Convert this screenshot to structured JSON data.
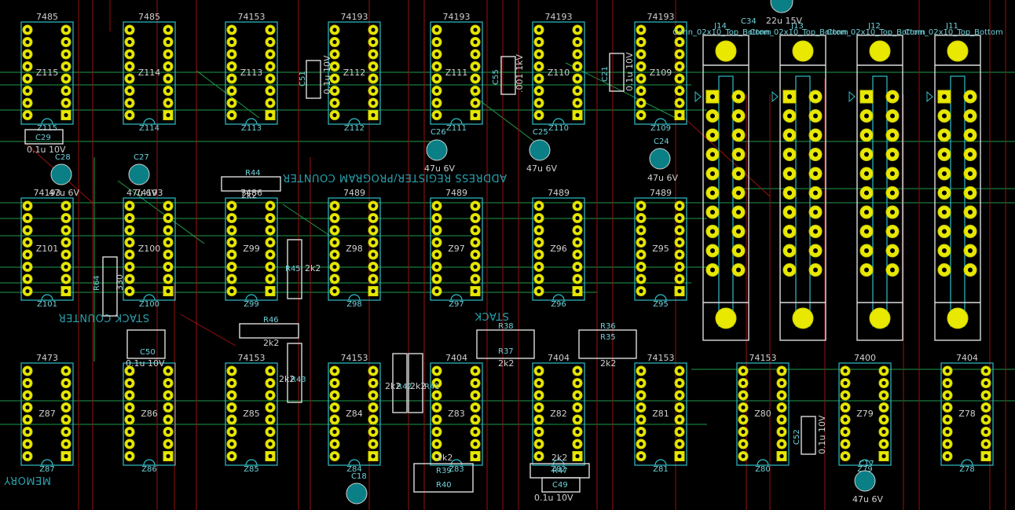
{
  "window": {
    "title": "PCB Editor"
  },
  "colors": {
    "silk": "#6fd0d8",
    "pad": "#e8e800",
    "trace_front": "#9a1010",
    "trace_back": "#1f9a4d",
    "background": "#000000"
  },
  "ics": [
    {
      "ref": "Z115",
      "value": "7485"
    },
    {
      "ref": "Z114",
      "value": "7485"
    },
    {
      "ref": "Z113",
      "value": "74153"
    },
    {
      "ref": "Z112",
      "value": "74193"
    },
    {
      "ref": "Z111",
      "value": "74193"
    },
    {
      "ref": "Z110",
      "value": "74193"
    },
    {
      "ref": "Z109",
      "value": "74193"
    },
    {
      "ref": "Z101",
      "value": "74193"
    },
    {
      "ref": "Z100",
      "value": "74193"
    },
    {
      "ref": "Z99",
      "value": "7486"
    },
    {
      "ref": "Z98",
      "value": "7489"
    },
    {
      "ref": "Z97",
      "value": "7489"
    },
    {
      "ref": "Z96",
      "value": "7489"
    },
    {
      "ref": "Z95",
      "value": "7489"
    },
    {
      "ref": "Z87",
      "value": "7473"
    },
    {
      "ref": "Z86",
      "value": ""
    },
    {
      "ref": "Z85",
      "value": "74153"
    },
    {
      "ref": "Z84",
      "value": "74153"
    },
    {
      "ref": "Z83",
      "value": "7404"
    },
    {
      "ref": "Z82",
      "value": "7404"
    },
    {
      "ref": "Z81",
      "value": "74153"
    },
    {
      "ref": "Z80",
      "value": "74153"
    },
    {
      "ref": "Z79",
      "value": "7400"
    },
    {
      "ref": "Z78",
      "value": "7404"
    }
  ],
  "connectors": [
    {
      "ref": "J14",
      "value": "Conn_02x10_Top_Bottom"
    },
    {
      "ref": "J13",
      "value": "Conn_02x10_Top_Bottom"
    },
    {
      "ref": "J12",
      "value": "Conn_02x10_Top_Bottom"
    },
    {
      "ref": "J11",
      "value": "Conn_02x10_Top_Bottom"
    }
  ],
  "section_labels": {
    "address": "ADDRESS REGISTER/PROGRAM COUNTER",
    "stack_counter": "STACK COUNTER",
    "stack": "STACK",
    "memory": "MEMORY WORD SY"
  },
  "resistors": [
    {
      "ref": "R44",
      "value": "2k2"
    },
    {
      "ref": "R45",
      "value": "2k2"
    },
    {
      "ref": "R46",
      "value": "2k2"
    },
    {
      "ref": "R43",
      "value": "2k2"
    },
    {
      "ref": "R42",
      "value": "2k2"
    },
    {
      "ref": "R41",
      "value": "2k2"
    },
    {
      "ref": "R38",
      "value": "2k2"
    },
    {
      "ref": "R37",
      "value": "2k2"
    },
    {
      "ref": "R36",
      "value": "2k2"
    },
    {
      "ref": "R35",
      "value": "2k2"
    },
    {
      "ref": "R39",
      "value": "2k2"
    },
    {
      "ref": "R40",
      "value": "2k2"
    },
    {
      "ref": "R47",
      "value": "2k2"
    },
    {
      "ref": "R64",
      "value": "330"
    }
  ],
  "capacitors": [
    {
      "ref": "C29",
      "value": "0.1u 10V"
    },
    {
      "ref": "C28",
      "value": "47u 6V"
    },
    {
      "ref": "C27",
      "value": "47u 6V"
    },
    {
      "ref": "C26",
      "value": "47u 6V"
    },
    {
      "ref": "C25",
      "value": "47u 6V"
    },
    {
      "ref": "C24",
      "value": "47u 6V"
    },
    {
      "ref": "C51",
      "value": "0.1u 10V"
    },
    {
      "ref": "C55",
      "value": ".001 1kV"
    },
    {
      "ref": "C21",
      "value": "0.1u 10V"
    },
    {
      "ref": "C34",
      "value": "22u 15V"
    },
    {
      "ref": "C18",
      "value": ""
    },
    {
      "ref": "C17",
      "value": "47u 6V"
    },
    {
      "ref": "C52",
      "value": "0.1u 10V"
    },
    {
      "ref": "C49",
      "value": "0.1u 10V"
    },
    {
      "ref": "C50",
      "value": "0.1u 10V"
    }
  ]
}
